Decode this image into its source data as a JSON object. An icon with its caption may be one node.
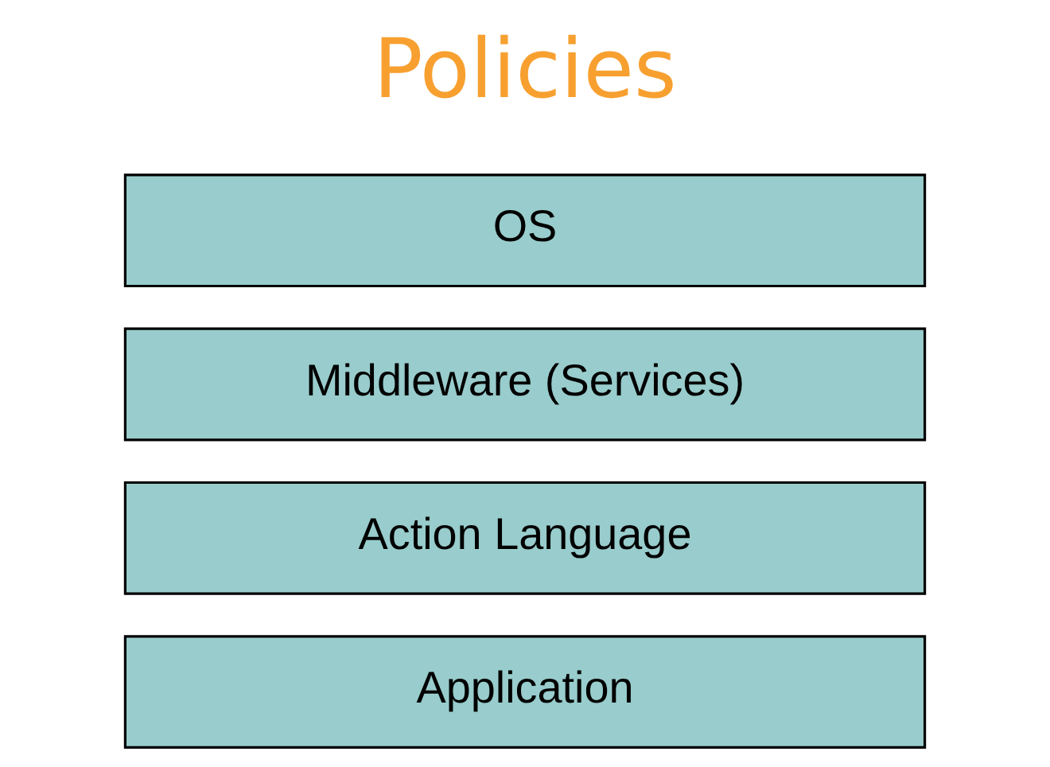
{
  "diagram": {
    "nodes": [
      {
        "text": [
          "Application"
        ]
      },
      {
        "text": [
          "Action Language"
        ]
      },
      {
        "text": [
          "Middleware (Services)"
        ]
      },
      {
        "text": [
          "OS"
        ]
      }
    ],
    "labels": [
      "Policies"
    ]
  }
}
